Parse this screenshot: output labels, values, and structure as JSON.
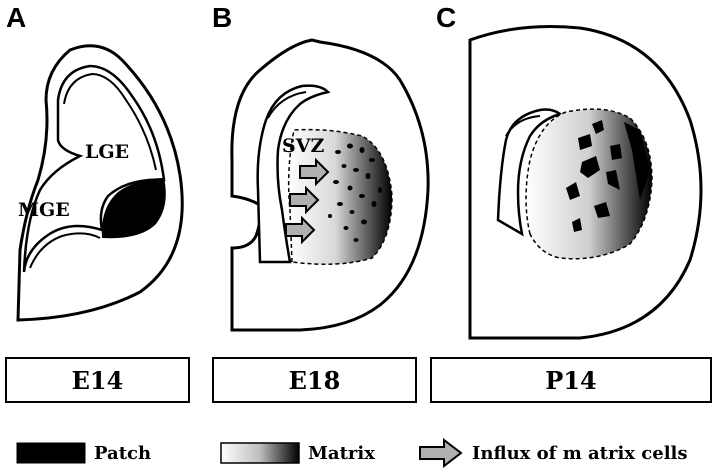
{
  "panels": {
    "a": {
      "letter": "A",
      "labels": {
        "lge": "LGE",
        "mge": "MGE"
      },
      "stage": "E14"
    },
    "b": {
      "letter": "B",
      "labels": {
        "svz": "SVZ"
      },
      "stage": "E18"
    },
    "c": {
      "letter": "C",
      "stage": "P14"
    }
  },
  "legend": {
    "patch": "Patch",
    "matrix": "Matrix",
    "influx": "Influx of m atrix cells"
  },
  "colors": {
    "patch": "#000000",
    "matrix_start": "#ffffff",
    "matrix_end": "#000000",
    "arrow_fill": "#b0b0b0"
  }
}
